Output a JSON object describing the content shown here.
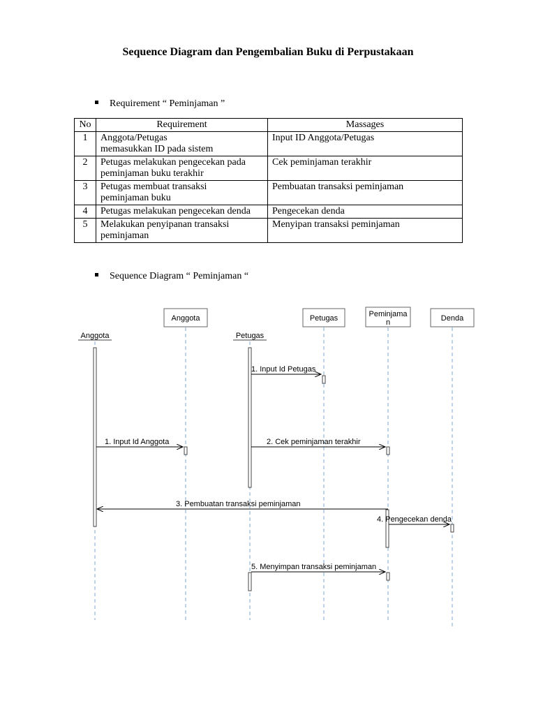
{
  "title": "Sequence Diagram dan Pengembalian Buku di Perpustakaan",
  "section1": "Requirement “ Peminjaman ”",
  "table": {
    "headers": [
      "No",
      "Requirement",
      "Massages"
    ],
    "rows": [
      [
        "1",
        "Anggota/Petugas\nmemasukkan ID pada sistem",
        "Input ID Anggota/Petugas"
      ],
      [
        "2",
        "Petugas melakukan pengecekan pada\npeminjaman buku terakhir",
        "Cek peminjaman terakhir"
      ],
      [
        "3",
        "Petugas membuat transaksi\npeminjaman buku",
        "Pembuatan transaksi peminjaman"
      ],
      [
        "4",
        "Petugas melakukan pengecekan denda",
        "Pengecekan denda"
      ],
      [
        "5",
        "Melakukan penyipanan transaksi\npeminjaman",
        "Menyipan transaksi peminjaman"
      ]
    ]
  },
  "section2": "Sequence Diagram “ Peminjaman “",
  "diagram": {
    "boxes": [
      "Anggota",
      "Petugas",
      "Peminjama\nn",
      "Denda"
    ],
    "actors": [
      "Anggota",
      "Petugas"
    ],
    "messages": [
      "1. Input Id Petugas",
      "1. Input Id Anggota",
      "2. Cek peminjaman terakhir",
      "3. Pembuatan transaksi peminjaman",
      "4. Pengecekan denda",
      "5. Menyimpan transaksi peminjaman"
    ]
  }
}
